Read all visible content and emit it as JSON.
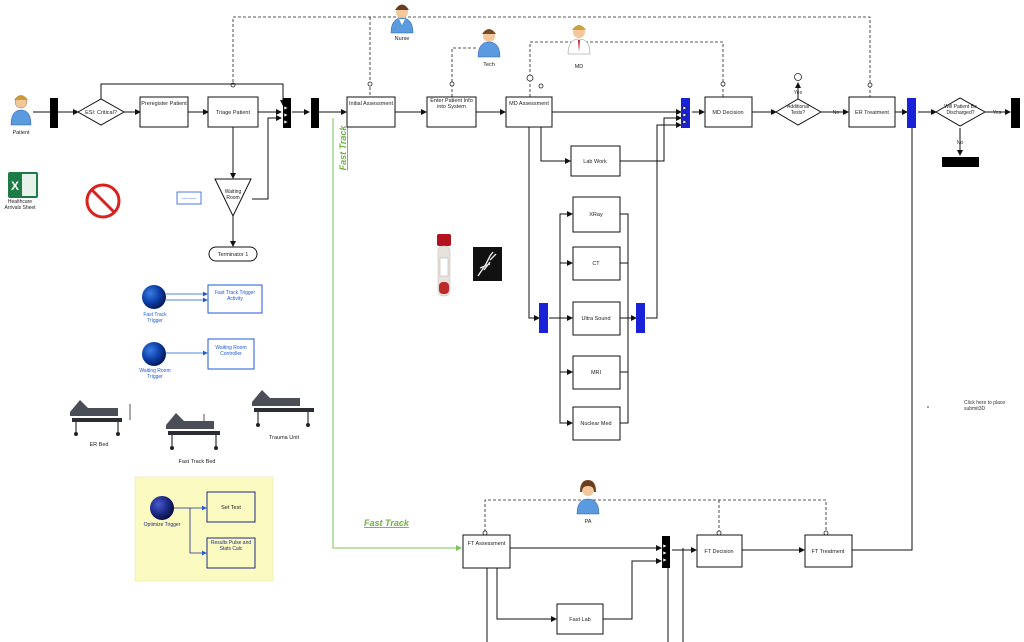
{
  "actors": {
    "patient": "Patient",
    "nurse": "Nurse",
    "tech": "Tech",
    "md": "MD",
    "pa": "PA"
  },
  "nodes": {
    "esi_critical": "ESI: Critical?",
    "preregister": "Preregister Patient",
    "triage": "Triage Patient",
    "waiting_room": "Waiting Room",
    "terminator": "Terminator 1",
    "initial_assessment": "Initial Assessment",
    "enter_info": "Enter Patient Info into System",
    "md_assessment": "MD Assessment",
    "lab_work": "Lab Work",
    "xray": "XRay",
    "ct": "CT",
    "ultra_sound": "Ultra Sound",
    "mri": "MRI",
    "nuclear_med": "Nuclear Med",
    "md_decision": "MD Decision",
    "additional_tests": "Additional Tests?",
    "er_treatment": "ER Treatment",
    "will_patient_discharged": "Will Patient Be Discharged?",
    "ft_assessment": "FT Assessment",
    "fast_lab": "Fast Lab",
    "ft_decision": "FT Decision",
    "ft_treatment": "FT Treatment"
  },
  "edges": {
    "yes_top": "Yes",
    "no_mid": "No",
    "yes_right": "Yes",
    "no_down": "No",
    "fast_track_vertical": "Fast Track",
    "fast_track_horizontal": "Fast Track"
  },
  "resources": {
    "healthcare_sheet": "Healthcare Arrivals Sheet",
    "fast_track_trigger": "Fast Track Trigger",
    "fast_track_trigger_action": "Fast Track Trigger Activity",
    "waiting_room_trigger": "Waiting Room Trigger",
    "waiting_room_controller": "Waiting Room Controller",
    "er_bed": "ER Bed",
    "fast_track_bed": "Fast Track Bed",
    "trauma_unit": "Trauma Unit",
    "optimize_trigger": "Optimize Trigger",
    "set_test": "Set Test",
    "results_label": "Results Pulse and Stats Calc",
    "click_here": "Click here to place submit3D",
    "dotted_box": "--------"
  },
  "colors": {
    "line": "#111111",
    "dashed": "#222222",
    "bar_black": "#000000",
    "bar_blue": "#1a22d8",
    "fast_track_green": "#7cc35a",
    "trigger_blue": "#1e5bd6",
    "optimize_bg": "#fbfac0"
  }
}
